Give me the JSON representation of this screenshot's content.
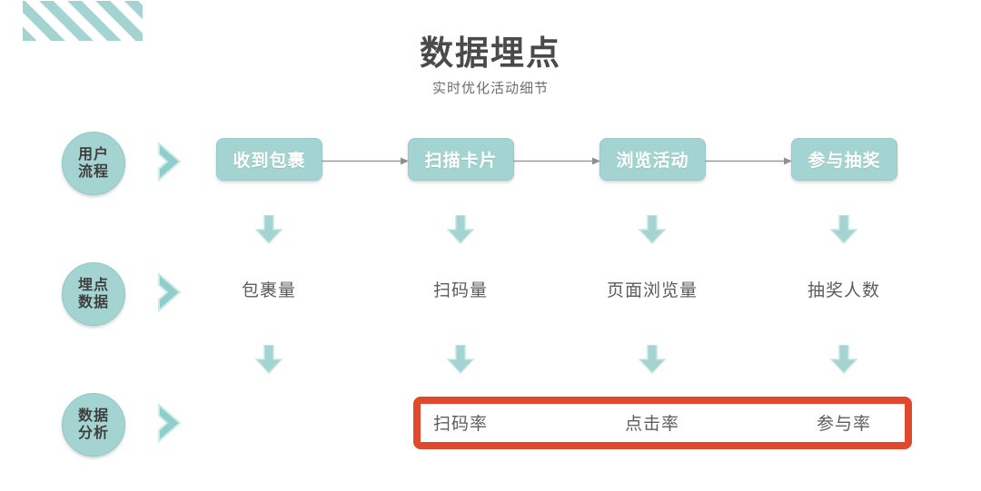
{
  "theme": {
    "teal": "#a4d4d1",
    "teal_border": "#9ccac7",
    "red": "#e0492c",
    "title_color": "#4a4a4a",
    "text_color": "#5c5c5c",
    "background": "#ffffff"
  },
  "header": {
    "title": "数据埋点",
    "subtitle": "实时优化活动细节"
  },
  "decoration": {
    "stripes_name": "diagonal-stripes-decoration"
  },
  "rows": [
    {
      "badge": {
        "line1": "用户",
        "line2": "流程"
      },
      "chevron": "chevron-right-icon",
      "items": [
        "收到包裹",
        "扫描卡片",
        "浏览活动",
        "参与抽奖"
      ]
    },
    {
      "badge": {
        "line1": "埋点",
        "line2": "数据"
      },
      "chevron": "chevron-right-icon",
      "items": [
        "包裹量",
        "扫码量",
        "页面浏览量",
        "抽奖人数"
      ]
    },
    {
      "badge": {
        "line1": "数据",
        "line2": "分析"
      },
      "chevron": "chevron-right-icon",
      "items": [
        "扫码率",
        "点击率",
        "参与率"
      ]
    }
  ],
  "icons": {
    "down_arrow": "arrow-down-icon",
    "connector_arrow": "arrow-right-connector-icon"
  }
}
